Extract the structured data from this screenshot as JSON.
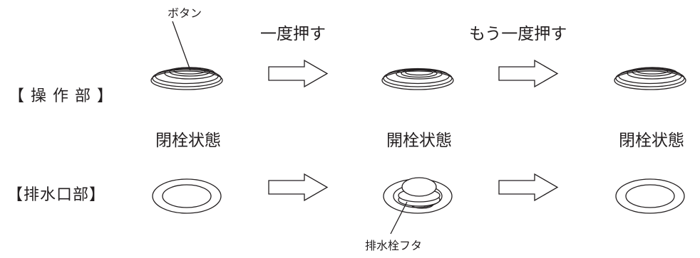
{
  "rows": {
    "operation_label": "【 操 作 部 】",
    "drain_label": "【排水口部】"
  },
  "actions": {
    "push_once": "一度押す",
    "push_again": "もう一度押す"
  },
  "states": {
    "state_1": "閉栓状態",
    "state_2": "開栓状態",
    "state_3": "閉栓状態"
  },
  "callouts": {
    "button": "ボタン",
    "drain_plug_lid": "排水栓フタ"
  },
  "colors": {
    "line": "#231f20",
    "background": "#ffffff"
  },
  "icons": [
    "push-button-icon",
    "right-arrow-icon",
    "drain-outlet-icon",
    "drain-plug-lid-icon"
  ]
}
